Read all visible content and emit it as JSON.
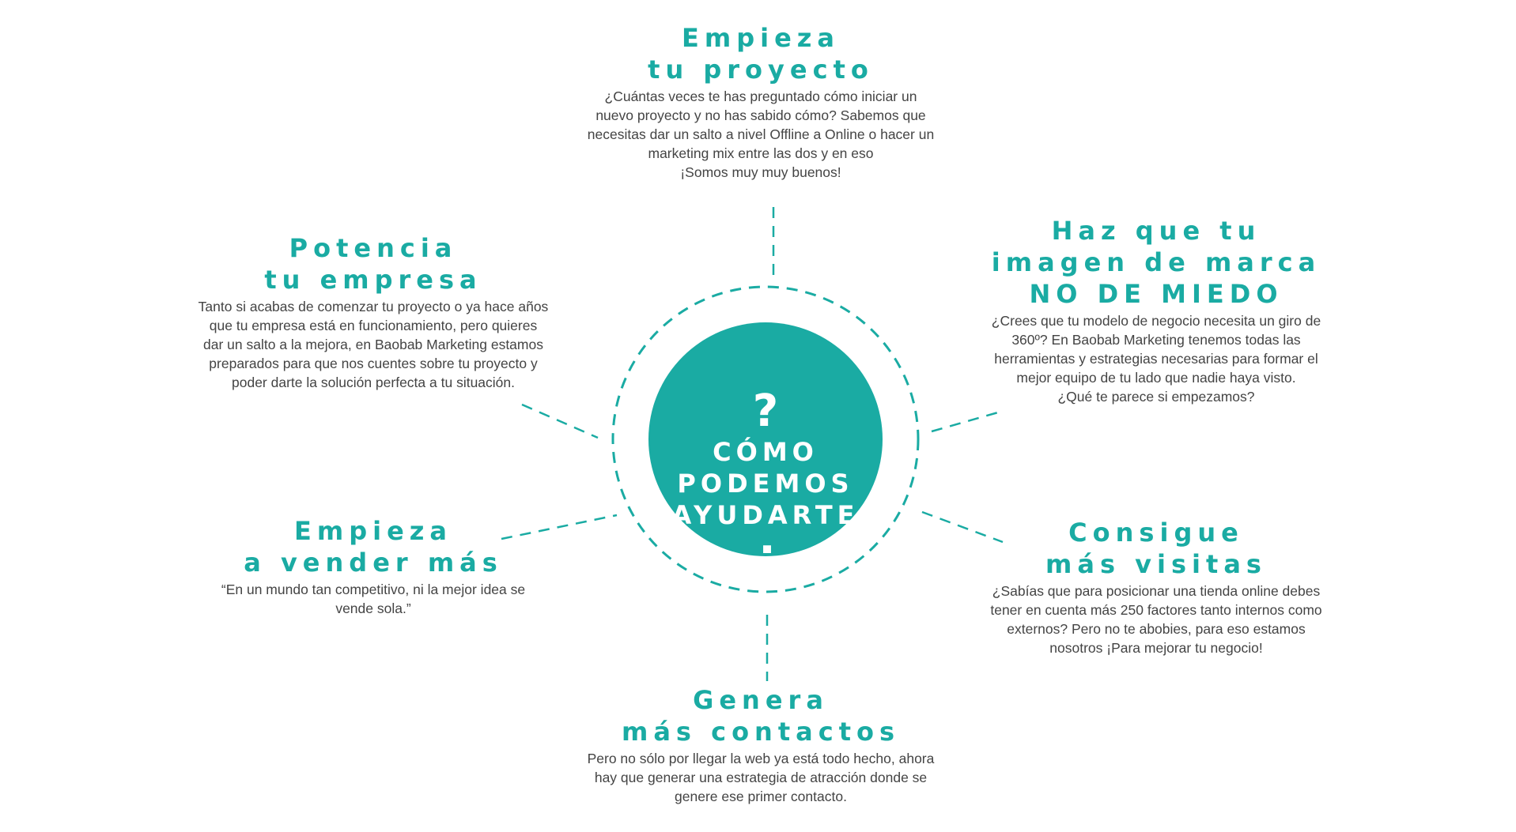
{
  "colors": {
    "accent": "#1aaba3",
    "body_text": "#444444",
    "background": "#ffffff"
  },
  "hub": {
    "question_open": "?",
    "line1": "CÓMO",
    "line2": "PODEMOS",
    "line3": "AYUDARTE",
    "question_close": "¿"
  },
  "blocks": {
    "top": {
      "heading": [
        "Empieza",
        "tu proyecto"
      ],
      "body": [
        "¿Cuántas veces te has preguntado cómo iniciar un",
        "nuevo proyecto y no has sabido cómo? Sabemos que",
        "necesitas dar un salto a nivel Offline a Online o hacer un",
        "marketing mix entre las dos y en eso",
        "¡Somos muy muy buenos!"
      ]
    },
    "top_left": {
      "heading": [
        "Potencia",
        "tu empresa"
      ],
      "body": [
        "Tanto si acabas de comenzar tu proyecto o ya hace años",
        "que tu empresa está en funcionamiento, pero quieres",
        "dar un salto a la mejora, en Baobab Marketing estamos",
        "preparados para que nos cuentes sobre tu proyecto y",
        "poder darte la solución perfecta a tu situación."
      ]
    },
    "top_right": {
      "heading": [
        "Haz que tu",
        "imagen de marca",
        "NO DE MIEDO"
      ],
      "body": [
        "¿Crees que tu modelo de negocio necesita un giro de",
        "360º? En Baobab Marketing tenemos todas las",
        "herramientas y estrategias necesarias para formar el",
        "mejor equipo de tu lado que nadie haya visto.",
        "¿Qué te parece si empezamos?"
      ]
    },
    "bottom_left": {
      "heading": [
        "Empieza",
        "a vender más"
      ],
      "body": [
        "“En un mundo tan competitivo, ni la mejor idea se",
        "vende sola.”"
      ]
    },
    "bottom_right": {
      "heading": [
        "Consigue",
        "más visitas"
      ],
      "body": [
        "¿Sabías que para posicionar una tienda online debes",
        "tener en cuenta más 250 factores tanto internos como",
        "externos? Pero no te abobies, para eso estamos",
        "nosotros  ¡Para mejorar tu negocio!"
      ]
    },
    "bottom": {
      "heading": [
        "Genera",
        "más contactos"
      ],
      "body": [
        "Pero no sólo por llegar la web ya está todo hecho, ahora",
        "hay que generar una estrategia de atracción donde se",
        "genere ese primer contacto."
      ]
    }
  }
}
